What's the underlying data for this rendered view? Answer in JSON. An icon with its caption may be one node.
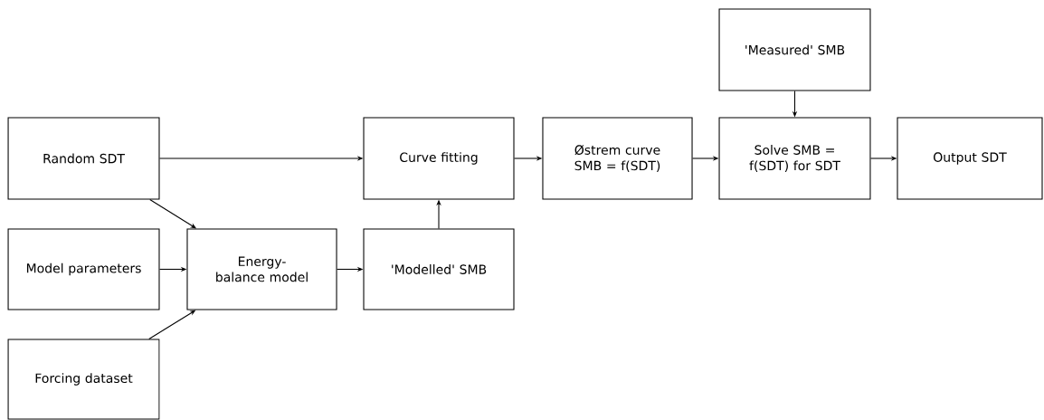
{
  "diagram": {
    "nodes": [
      {
        "text": [
          "'Measured' SMB"
        ]
      },
      {
        "text": [
          "Random SDT"
        ]
      },
      {
        "text": [
          "Curve fitting"
        ]
      },
      {
        "text": [
          "Østrem curve SMB = f(SDT)"
        ]
      },
      {
        "text": [
          "Solve SMB = f(SDT) for SDT"
        ]
      },
      {
        "text": [
          "Output SDT"
        ]
      },
      {
        "text": [
          "Model parameters"
        ]
      },
      {
        "text": [
          "Energy-balance model"
        ]
      },
      {
        "text": [
          "'Modelled' SMB"
        ]
      },
      {
        "text": [
          "Forcing dataset"
        ]
      }
    ],
    "edges": [
      {
        "from": 1,
        "to": 2,
        "arrow": "to"
      },
      {
        "from": 1,
        "to": 7,
        "arrow": "to"
      },
      {
        "from": 6,
        "to": 7,
        "arrow": "to"
      },
      {
        "from": 9,
        "to": 7,
        "arrow": "to"
      },
      {
        "from": 7,
        "to": 8,
        "arrow": "to"
      },
      {
        "from": 8,
        "to": 2,
        "arrow": "to"
      },
      {
        "from": 2,
        "to": 3,
        "arrow": "to"
      },
      {
        "from": 3,
        "to": 4,
        "arrow": "to"
      },
      {
        "from": 0,
        "to": 4,
        "arrow": "to"
      },
      {
        "from": 4,
        "to": 5,
        "arrow": "to"
      }
    ]
  }
}
